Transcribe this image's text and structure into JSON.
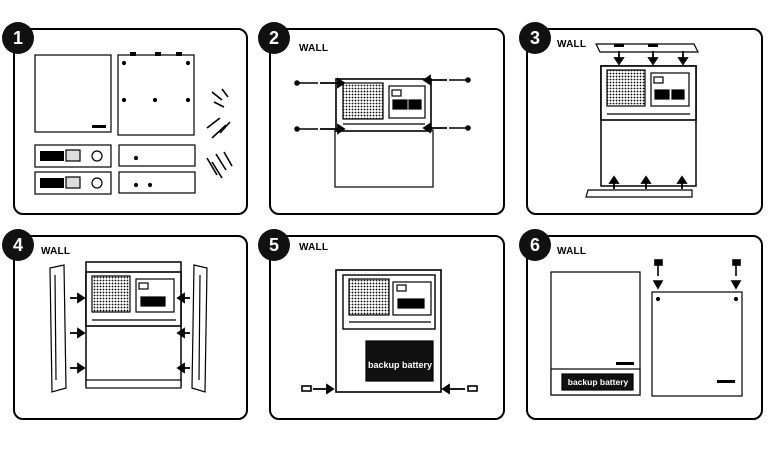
{
  "steps": [
    {
      "number": "1",
      "wall_label": ""
    },
    {
      "number": "2",
      "wall_label": "WALL"
    },
    {
      "number": "3",
      "wall_label": "WALL"
    },
    {
      "number": "4",
      "wall_label": "WALL"
    },
    {
      "number": "5",
      "wall_label": "WALL"
    },
    {
      "number": "6",
      "wall_label": "WALL"
    }
  ],
  "battery_label": "backup battery",
  "colors": {
    "line": "#000000",
    "badge": "#111111",
    "panel_bg": "#ffffff",
    "battery_fill": "#111111",
    "grille_fill": "#d9d9d9"
  },
  "icons": [
    "screw-icon",
    "arrow-icon",
    "fan-grille-icon",
    "backup-battery-icon"
  ]
}
